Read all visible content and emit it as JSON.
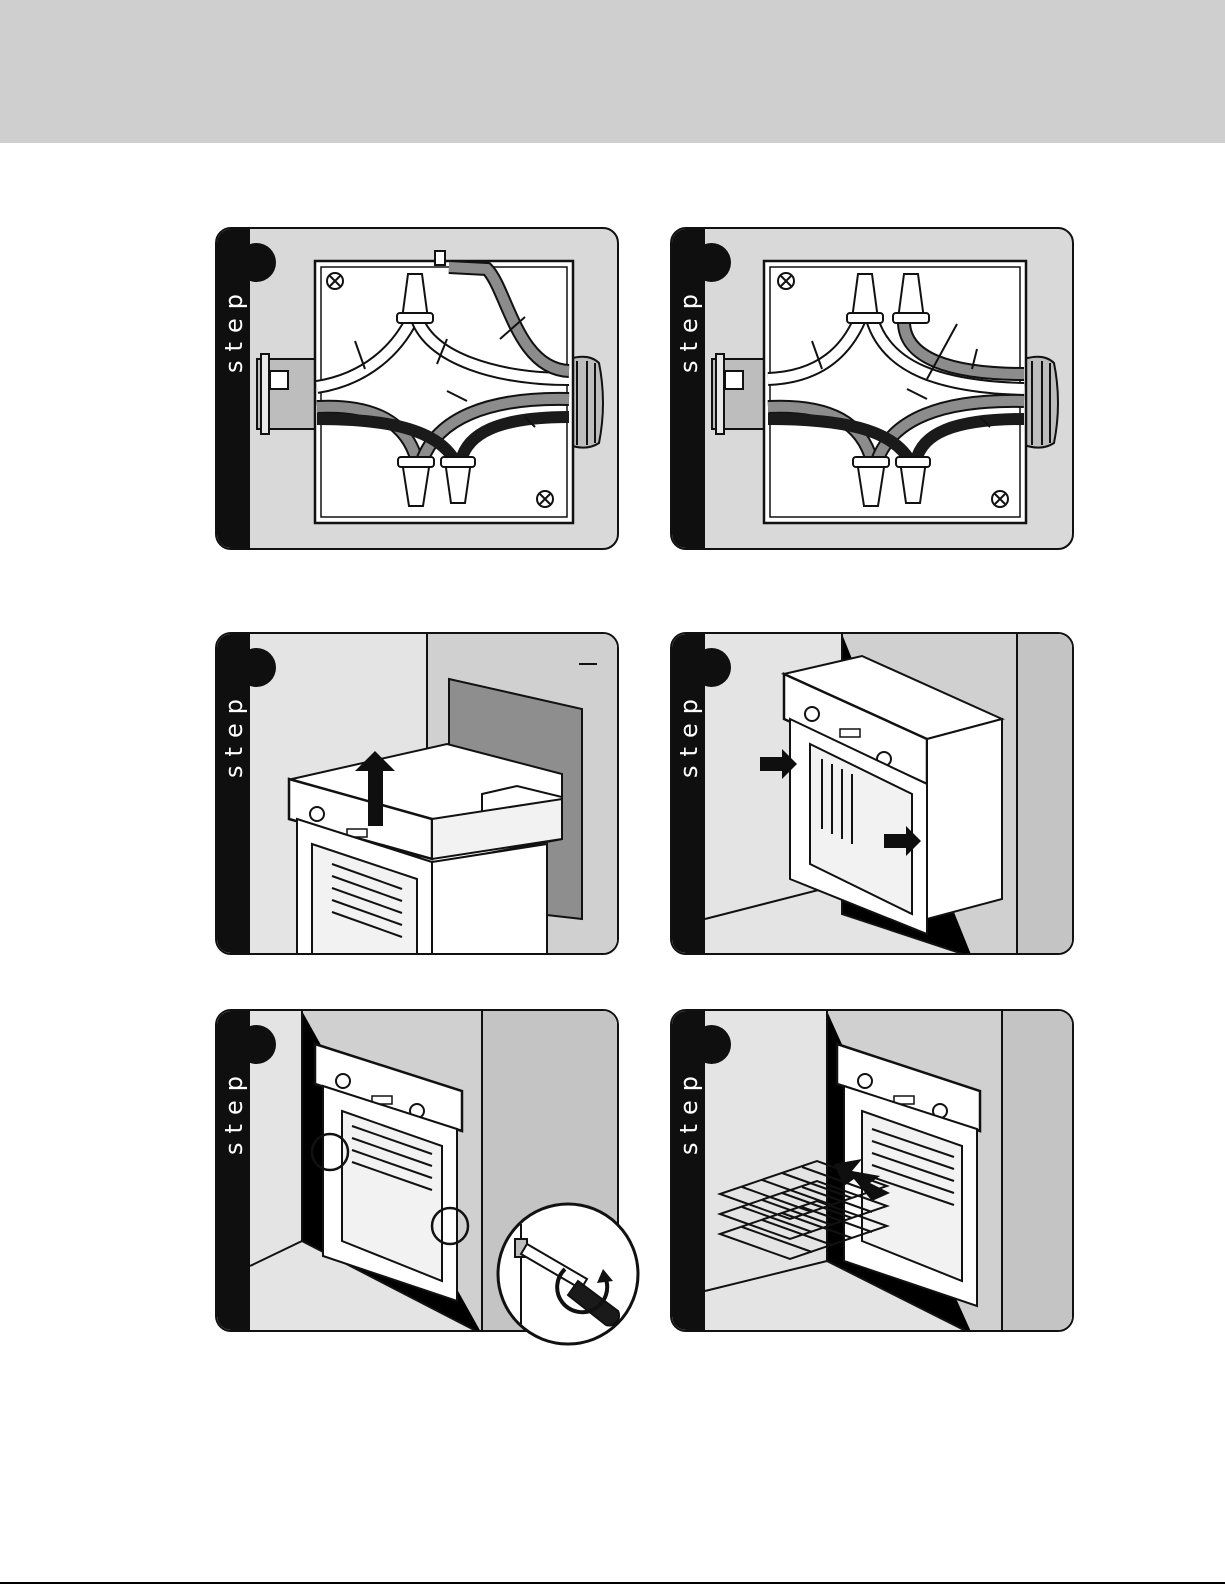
{
  "step_label": "step",
  "panels": [
    {
      "id": "wiring-a"
    },
    {
      "id": "wiring-b"
    },
    {
      "id": "lift-oven"
    },
    {
      "id": "push-oven"
    },
    {
      "id": "screw-oven"
    },
    {
      "id": "insert-racks"
    }
  ],
  "colors": {
    "header_band": "#cfcfcf",
    "panel_bg": "#d9d9d9",
    "rail": "#0f0f0f",
    "wire_gray": "#8c8c8c",
    "wire_black": "#1a1a1a"
  }
}
